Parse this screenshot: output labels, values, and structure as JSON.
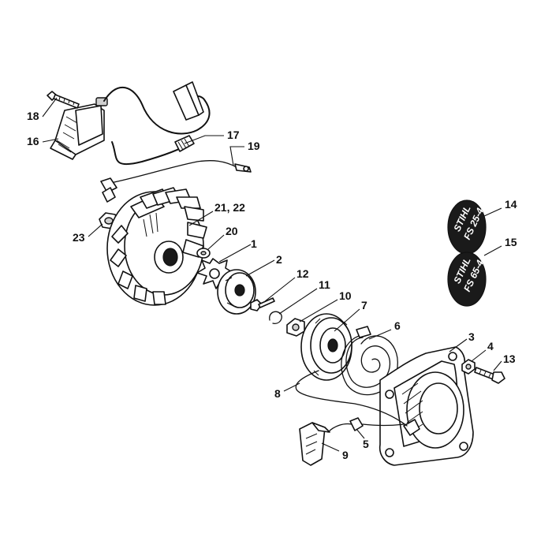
{
  "diagram": {
    "callouts": [
      "18",
      "16",
      "17",
      "19",
      "21, 22",
      "23",
      "20",
      "1",
      "2",
      "12",
      "11",
      "10",
      "7",
      "6",
      "3",
      "4",
      "13",
      "8",
      "5",
      "9",
      "14",
      "15"
    ],
    "decals": {
      "decal_14_brand": "STIHL",
      "decal_14_model": "FS 25-4",
      "decal_15_brand": "STIHL",
      "decal_15_model": "FS 65-4"
    }
  }
}
